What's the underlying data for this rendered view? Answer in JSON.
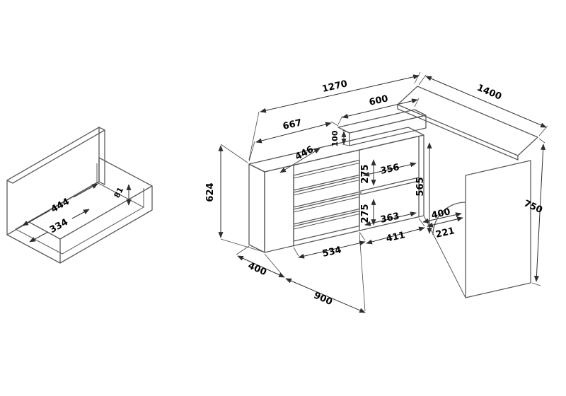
{
  "colors": {
    "background": "#ffffff",
    "body_line": "#5a5a5a",
    "dimension_line": "#2e2e2e",
    "text": "#000000"
  },
  "views": {
    "drawer_detail": {
      "dims": {
        "inner_width": "444",
        "inner_depth": "334",
        "inner_height": "81"
      }
    },
    "desk": {
      "dims": {
        "total_width": "1270",
        "shelf_width": "600",
        "right_length": "1400",
        "left_segment": "667",
        "riser_height": "100",
        "top_depth": "446",
        "left_height": "624",
        "opening_top_width": "356",
        "upper_gap": "275",
        "lower_gap": "275",
        "shelf_inner_width": "363",
        "right_opening_width": "400",
        "right_inner_height": "565",
        "right_height": "750",
        "cabinet_bottom_width": "221",
        "opening_bottom_width": "411",
        "pedestal_width": "534",
        "left_depth": "400",
        "front_total": "900"
      }
    }
  }
}
